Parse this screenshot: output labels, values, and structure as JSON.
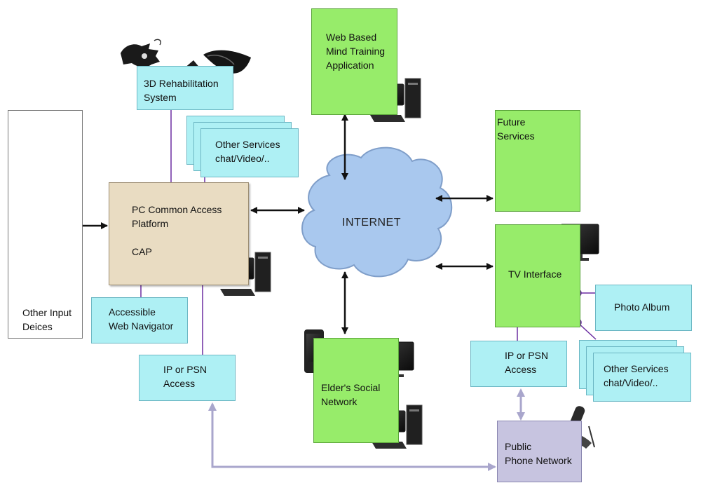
{
  "nodes": {
    "rehab": "3D Rehabilitation\nSystem",
    "other_services_left": "Other Services\nchat/Video/..",
    "cap": "PC Common Access\nPlatform\n\nCAP",
    "web_training": "Web Based\nMind Training\nApplication",
    "internet": "INTERNET",
    "future": "Future\nServices",
    "tv": "TV Interface",
    "photo": "Photo Album",
    "other_services_right": "Other Services\nchat/Video/..",
    "input_devices": "Other Input\nDeices",
    "web_navigator": "Accessible\nWeb Navigator",
    "ip_left": "IP or PSN\nAccess",
    "social": "Elder's Social\nNetwork",
    "ip_right": "IP or PSN\nAccess",
    "phone_network": "Public\nPhone Network"
  },
  "icons": [
    "data-glove-icon",
    "vr-glasses-icon",
    "desktop-computer-icon",
    "phone-icon",
    "button-switch-icon",
    "mouse-icon",
    "keyboard-icon",
    "webcam-icon",
    "tv-monitor-icon",
    "mobile-phone-icon",
    "stylus-icon"
  ],
  "colors": {
    "cyan_box": "#aef0f4",
    "green_box": "#97ec6a",
    "tan_box": "#e9dcc2",
    "violet_box": "#c7c4e0",
    "cloud": "#a9c8ee",
    "connector_purple": "#6a2ca0",
    "arrow_gray": "#a9a6cc"
  }
}
